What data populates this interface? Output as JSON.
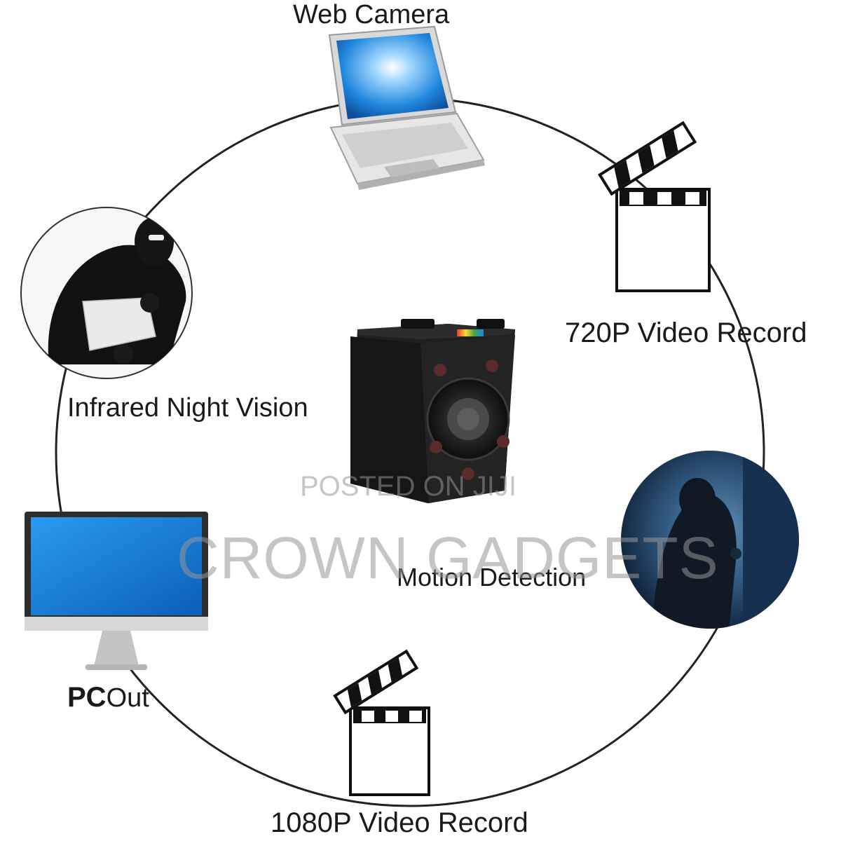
{
  "labels": {
    "web_camera": "Web Camera",
    "video_720": "720P Video Record",
    "infrared": "Infrared Night Vision",
    "motion": "Motion Detection",
    "pc_prefix": "PC",
    "pc_suffix": "Out",
    "video_1080": "1080P Video Record"
  },
  "watermark": {
    "posted": "POSTED ON JIJI",
    "brand": "CROWN GADGETS"
  },
  "icons": {
    "laptop": "laptop-icon",
    "clapper": "clapperboard-icon",
    "monitor": "monitor-icon",
    "camera": "mini-camera",
    "intruder": "intruder-photo",
    "burglar": "burglar-photo"
  },
  "colors": {
    "ring": "#222222",
    "text": "#1a1a1a",
    "screen_blue": "#1e8be0",
    "camera_body": "#1c1c1c",
    "night_blue": "#1e3a5c"
  }
}
